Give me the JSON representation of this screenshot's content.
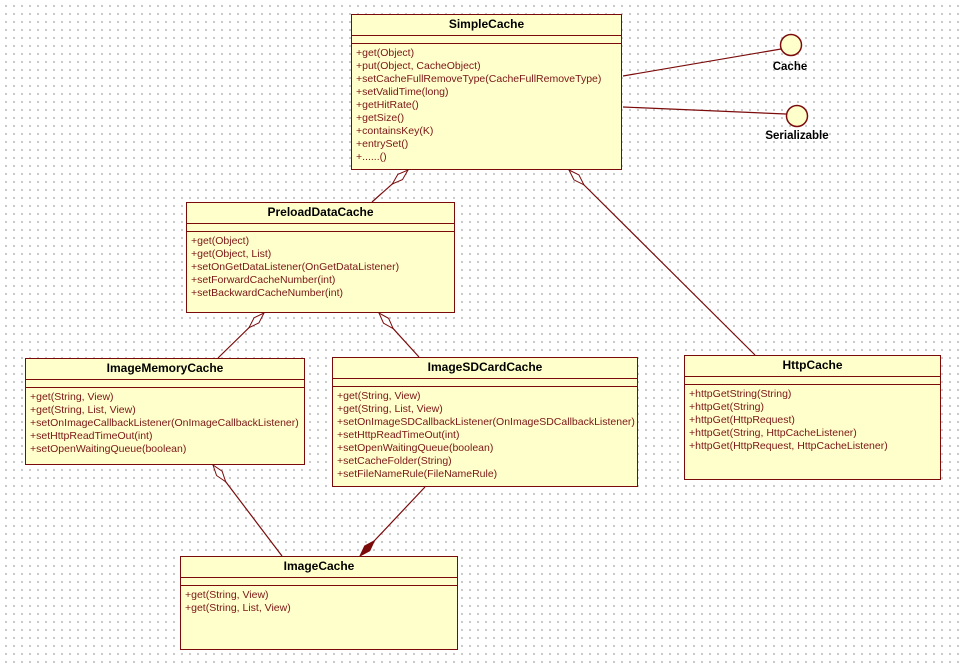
{
  "diagram": {
    "classes": [
      {
        "name": "SimpleCache",
        "methods": [
          "+get(Object)",
          "+put(Object, CacheObject)",
          "+setCacheFullRemoveType(CacheFullRemoveType)",
          "+setValidTime(long)",
          "+getHitRate()",
          "+getSize()",
          "+containsKey(K)",
          "+entrySet()",
          "+......()"
        ]
      },
      {
        "name": "PreloadDataCache",
        "methods": [
          "+get(Object)",
          "+get(Object, List)",
          "+setOnGetDataListener(OnGetDataListener)",
          "+setForwardCacheNumber(int)",
          "+setBackwardCacheNumber(int)"
        ]
      },
      {
        "name": "ImageMemoryCache",
        "methods": [
          "+get(String, View)",
          "+get(String, List, View)",
          "+setOnImageCallbackListener(OnImageCallbackListener)",
          "+setHttpReadTimeOut(int)",
          "+setOpenWaitingQueue(boolean)"
        ]
      },
      {
        "name": "ImageSDCardCache",
        "methods": [
          "+get(String, View)",
          "+get(String, List, View)",
          "+setOnImageSDCallbackListener(OnImageSDCallbackListener)",
          "+setHttpReadTimeOut(int)",
          "+setOpenWaitingQueue(boolean)",
          "+setCacheFolder(String)",
          "+setFileNameRule(FileNameRule)"
        ]
      },
      {
        "name": "HttpCache",
        "methods": [
          "+httpGetString(String)",
          "+httpGet(String)",
          "+httpGet(HttpRequest)",
          "+httpGet(String, HttpCacheListener)",
          "+httpGet(HttpRequest, HttpCacheListener)"
        ]
      },
      {
        "name": "ImageCache",
        "methods": [
          "+get(String, View)",
          "+get(String, List, View)"
        ]
      }
    ],
    "interfaces": [
      {
        "label": "Cache"
      },
      {
        "label": "Serializable"
      }
    ],
    "relationships": [
      {
        "type": "aggregation",
        "diamond": "hollow",
        "from": "PreloadDataCache",
        "diamond_at": "SimpleCache"
      },
      {
        "type": "aggregation",
        "diamond": "hollow",
        "from": "HttpCache",
        "diamond_at": "SimpleCache"
      },
      {
        "type": "aggregation",
        "diamond": "hollow",
        "from": "ImageMemoryCache",
        "diamond_at": "PreloadDataCache"
      },
      {
        "type": "aggregation",
        "diamond": "hollow",
        "from": "ImageSDCardCache",
        "diamond_at": "PreloadDataCache"
      },
      {
        "type": "aggregation",
        "diamond": "hollow",
        "from": "ImageCache",
        "diamond_at": "ImageMemoryCache"
      },
      {
        "type": "composition",
        "diamond": "filled",
        "from": "ImageSDCardCache",
        "diamond_at": "ImageCache"
      },
      {
        "type": "interface-link",
        "from": "SimpleCache",
        "to": "Cache"
      },
      {
        "type": "interface-link",
        "from": "SimpleCache",
        "to": "Serializable"
      }
    ],
    "colors": {
      "box_fill": "#FFFFCC",
      "line_color": "#7B0B0B",
      "method_text": "#7B1616",
      "title_text": "#000000",
      "dot_color": "#BBBBBB",
      "canvas_bg": "#FFFFFF"
    }
  }
}
